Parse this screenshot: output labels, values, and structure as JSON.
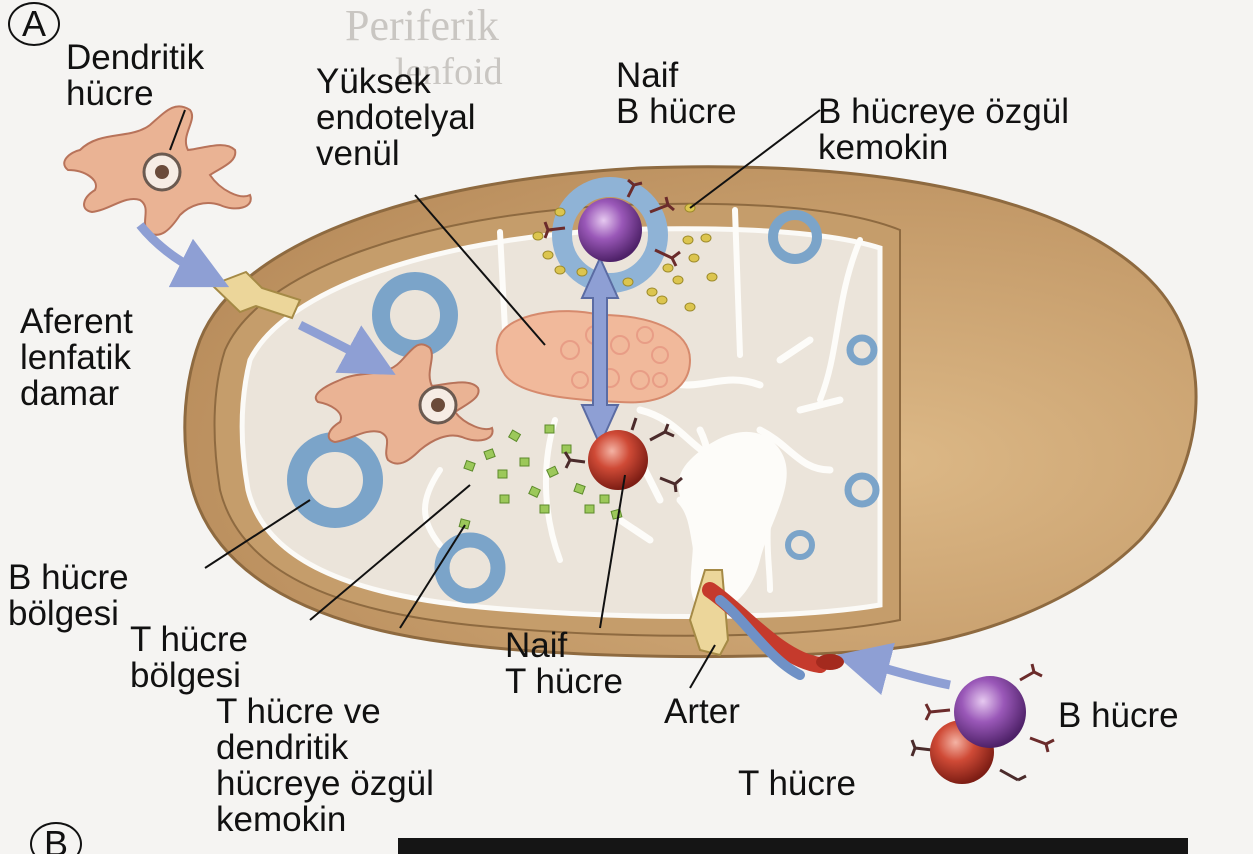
{
  "panel_letters": {
    "a": "A",
    "b": "B"
  },
  "labels": {
    "dendritic_cell": "Dendritik\nhücre",
    "hev": "Yüksek\nendotelyal\nvenül",
    "naive_b": "Naif\nB hücre",
    "b_chemokine": "B hücreye özgül\nkemokin",
    "afferent": "Aferent\nlenfatik\ndamar",
    "b_zone": "B hücre\nbölgesi",
    "t_zone": "T hücre\nbölgesi",
    "t_chemokine": "T hücre ve\ndendritik\nhücreye özgül\nkemokin",
    "naive_t": "Naif\nT hücre",
    "artery": "Arter",
    "b_cell": "B hücre",
    "t_cell": "T hücre"
  },
  "background_text": [
    "Periferik",
    "lenfoid"
  ],
  "colors": {
    "capsule": "#caa373",
    "cortex": "#e9e2d8",
    "follicle_ring": "#7ba4c9",
    "b_cell": "#8a48a8",
    "t_cell": "#c53a2c",
    "dendritic": "#e9b08f",
    "arrow": "#8e9fd4",
    "b_chemokine_dot": "#d6c14a",
    "t_chemokine_dot": "#8fbf4a"
  }
}
